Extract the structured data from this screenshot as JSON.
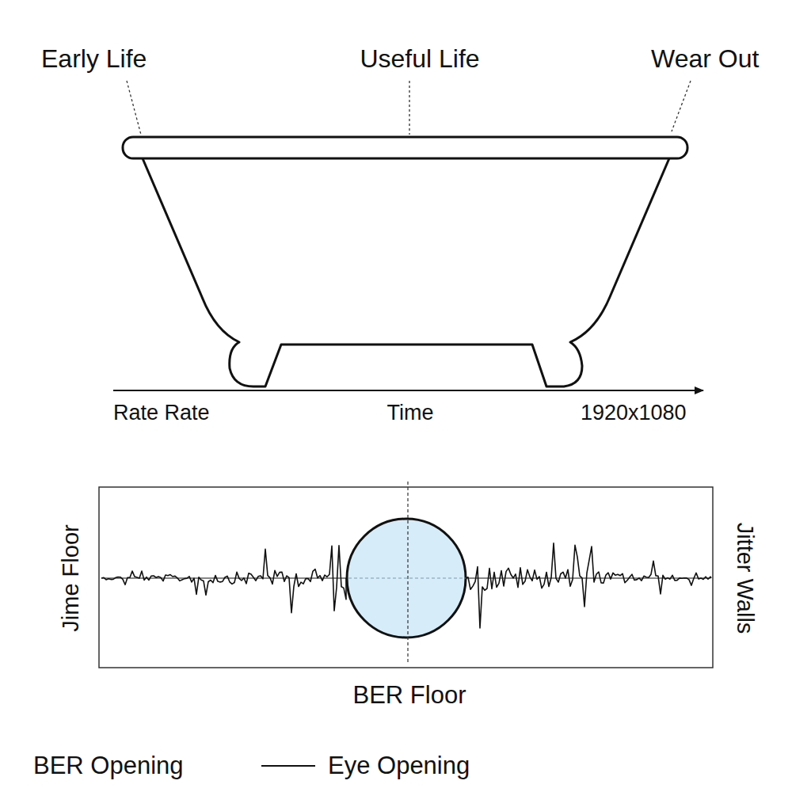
{
  "diagram": {
    "labels": [
      "Early Life",
      "Useful Life",
      "Wear Out",
      "Rate Rate",
      "Time",
      "1920x1080",
      "Jime Floor",
      "Jitter Walls",
      "BER Floor",
      "BER Opening"
    ],
    "legend": [
      {
        "text": "Eye Opening"
      }
    ]
  }
}
